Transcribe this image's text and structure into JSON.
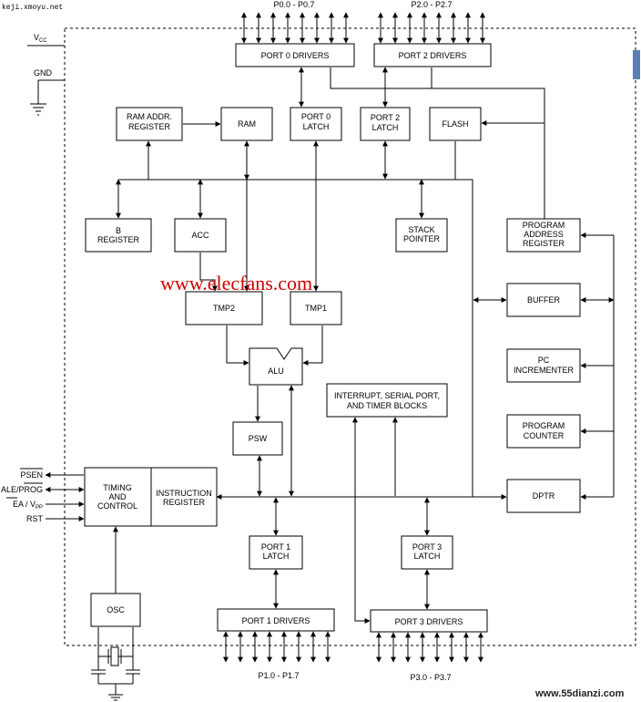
{
  "top_left_url": "keji.xmoyu.net",
  "watermark": "www.elecfans.com",
  "corner_watermark": "www.55dianzi.com",
  "pins": {
    "vcc": "V",
    "vcc_sub": "CC",
    "gnd": "GND",
    "psen": "PSEN",
    "ale_prog": "ALE/PROG",
    "ea_vpp": "EA / V",
    "vpp_sub": "PP",
    "rst": "RST"
  },
  "ports": {
    "p0": "P0.0 - P0.7",
    "p2": "P2.0 - P2.7",
    "p1": "P1.0 - P1.7",
    "p3": "P3.0 - P3.7"
  },
  "blocks": {
    "port0_drivers": [
      "PORT 0 DRIVERS"
    ],
    "port2_drivers": [
      "PORT 2 DRIVERS"
    ],
    "ram_addr_register": [
      "RAM ADDR.",
      "REGISTER"
    ],
    "ram": [
      "RAM"
    ],
    "port0_latch": [
      "PORT 0",
      "LATCH"
    ],
    "port2_latch": [
      "PORT 2",
      "LATCH"
    ],
    "flash": [
      "FLASH"
    ],
    "b_register": [
      "B",
      "REGISTER"
    ],
    "acc": [
      "ACC"
    ],
    "stack_pointer": [
      "STACK",
      "POINTER"
    ],
    "program_address_register": [
      "PROGRAM",
      "ADDRESS",
      "REGISTER"
    ],
    "tmp2": [
      "TMP2"
    ],
    "tmp1": [
      "TMP1"
    ],
    "buffer": [
      "BUFFER"
    ],
    "alu": [
      "ALU"
    ],
    "pc_incrementer": [
      "PC",
      "INCREMENTER"
    ],
    "interrupt_blocks": [
      "INTERRUPT, SERIAL PORT,",
      "AND TIMER BLOCKS"
    ],
    "psw": [
      "PSW"
    ],
    "program_counter": [
      "PROGRAM",
      "COUNTER"
    ],
    "timing_control": [
      "TIMING",
      "AND",
      "CONTROL"
    ],
    "instruction_register": [
      "INSTRUCTION",
      "REGISTER"
    ],
    "dptr": [
      "DPTR"
    ],
    "port1_latch": [
      "PORT 1",
      "LATCH"
    ],
    "port3_latch": [
      "PORT 3",
      "LATCH"
    ],
    "osc": [
      "OSC"
    ],
    "port1_drivers": [
      "PORT 1 DRIVERS"
    ],
    "port3_drivers": [
      "PORT 3 DRIVERS"
    ]
  }
}
